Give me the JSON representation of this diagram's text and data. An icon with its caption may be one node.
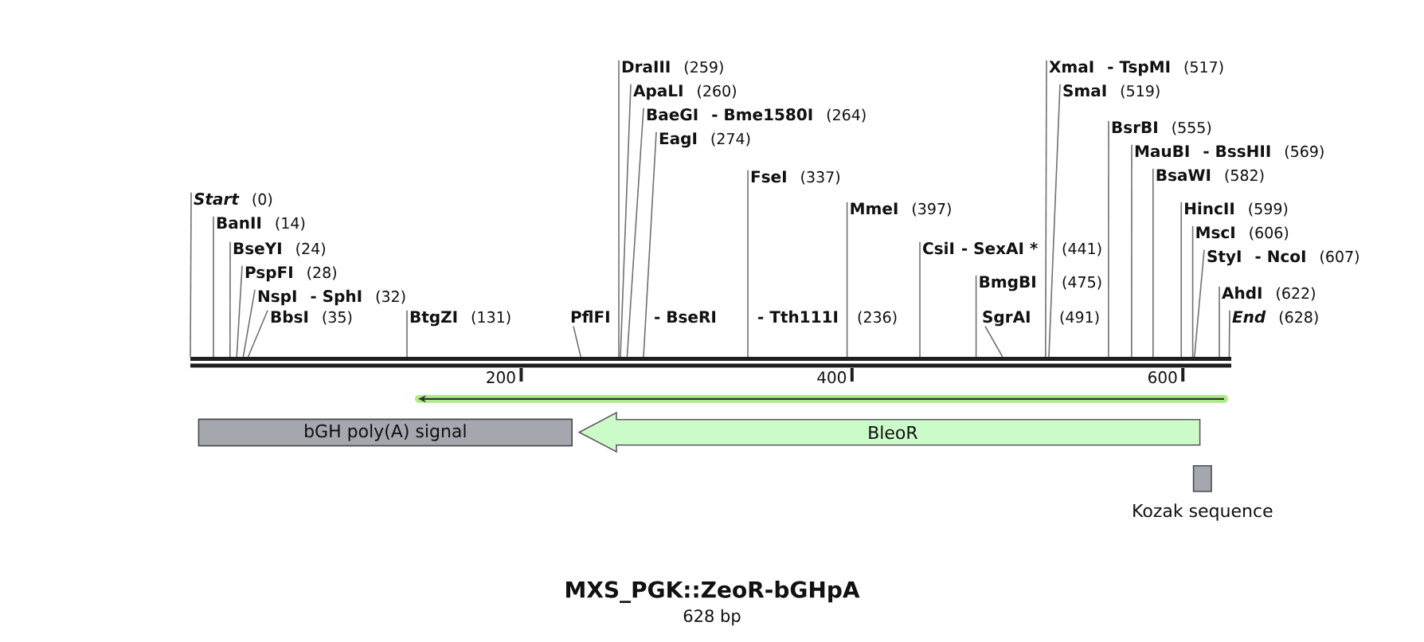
{
  "diagram": {
    "title": "MXS_PGK::ZeoR-bGHpA",
    "caption": "628 bp",
    "nodes": [
      {
        "text": [
          "Start",
          "(0)"
        ]
      },
      {
        "text": [
          "BanII",
          "(14)"
        ]
      },
      {
        "text": [
          "BseYI",
          "(24)"
        ]
      },
      {
        "text": [
          "PspFI",
          "(28)"
        ]
      },
      {
        "text": [
          "NspI",
          "- SphI",
          "(32)"
        ]
      },
      {
        "text": [
          "BbsI",
          "(35)"
        ]
      },
      {
        "text": [
          "BtgZI",
          "(131)"
        ]
      },
      {
        "text": [
          "PflFI",
          "- BseRI",
          "- Tth111I",
          "(236)"
        ]
      },
      {
        "text": [
          "DraIII",
          "(259)"
        ]
      },
      {
        "text": [
          "ApaLI",
          "(260)"
        ]
      },
      {
        "text": [
          "BaeGI",
          "- Bme1580I",
          "(264)"
        ]
      },
      {
        "text": [
          "EagI",
          "(274)"
        ]
      },
      {
        "text": [
          "FseI",
          "(337)"
        ]
      },
      {
        "text": [
          "MmeI",
          "(397)"
        ]
      },
      {
        "text": [
          "CsiI",
          "- SexAI *",
          "(441)"
        ]
      },
      {
        "text": [
          "BmgBI",
          "(475)"
        ]
      },
      {
        "text": [
          "SgrAI",
          "(491)"
        ]
      },
      {
        "text": [
          "XmaI",
          "- TspMI",
          "(517)"
        ]
      },
      {
        "text": [
          "SmaI",
          "(519)"
        ]
      },
      {
        "text": [
          "BsrBI",
          "(555)"
        ]
      },
      {
        "text": [
          "MauBI",
          "- BssHII",
          "(569)"
        ]
      },
      {
        "text": [
          "BsaWI",
          "(582)"
        ]
      },
      {
        "text": [
          "HincII",
          "(599)"
        ]
      },
      {
        "text": [
          "MscI",
          "(606)"
        ]
      },
      {
        "text": [
          "StyI",
          "- NcoI",
          "(607)"
        ]
      },
      {
        "text": [
          "AhdI",
          "(622)"
        ]
      },
      {
        "text": [
          "End",
          "(628)"
        ]
      },
      {
        "text": [],
        "shape": "bar"
      },
      {
        "text": [
          "bGH poly(A) signal"
        ]
      },
      {
        "text": [
          "BleoR"
        ]
      },
      {
        "text": [],
        "shape": "box",
        "beside": [
          "Kozak sequence"
        ]
      }
    ],
    "edges": [
      {
        "from": 0,
        "to": 27,
        "arrow": "none"
      },
      {
        "from": 1,
        "to": 27,
        "arrow": "none"
      },
      {
        "from": 2,
        "to": 27,
        "arrow": "none"
      },
      {
        "from": 3,
        "to": 27,
        "arrow": "none"
      },
      {
        "from": 4,
        "to": 27,
        "arrow": "none"
      },
      {
        "from": 5,
        "to": 27,
        "arrow": "none"
      },
      {
        "from": 6,
        "to": 27,
        "arrow": "none"
      },
      {
        "from": 7,
        "to": 27,
        "arrow": "none"
      },
      {
        "from": 8,
        "to": 27,
        "arrow": "none"
      },
      {
        "from": 9,
        "to": 27,
        "arrow": "none"
      },
      {
        "from": 10,
        "to": 27,
        "arrow": "none"
      },
      {
        "from": 11,
        "to": 27,
        "arrow": "none"
      },
      {
        "from": 12,
        "to": 27,
        "arrow": "none"
      },
      {
        "from": 13,
        "to": 27,
        "arrow": "none"
      },
      {
        "from": 14,
        "to": 27,
        "arrow": "none"
      },
      {
        "from": 15,
        "to": 27,
        "arrow": "none"
      },
      {
        "from": 16,
        "to": 27,
        "arrow": "none"
      },
      {
        "from": 17,
        "to": 27,
        "arrow": "none"
      },
      {
        "from": 18,
        "to": 27,
        "arrow": "none"
      },
      {
        "from": 19,
        "to": 27,
        "arrow": "none"
      },
      {
        "from": 20,
        "to": 27,
        "arrow": "none"
      },
      {
        "from": 21,
        "to": 27,
        "arrow": "none"
      },
      {
        "from": 22,
        "to": 27,
        "arrow": "none"
      },
      {
        "from": 23,
        "to": 27,
        "arrow": "none"
      },
      {
        "from": 24,
        "to": 27,
        "arrow": "none"
      },
      {
        "from": 25,
        "to": 27,
        "arrow": "none"
      },
      {
        "from": 26,
        "to": 27,
        "arrow": "none"
      }
    ],
    "labels": [
      "200",
      "400",
      "600"
    ]
  }
}
